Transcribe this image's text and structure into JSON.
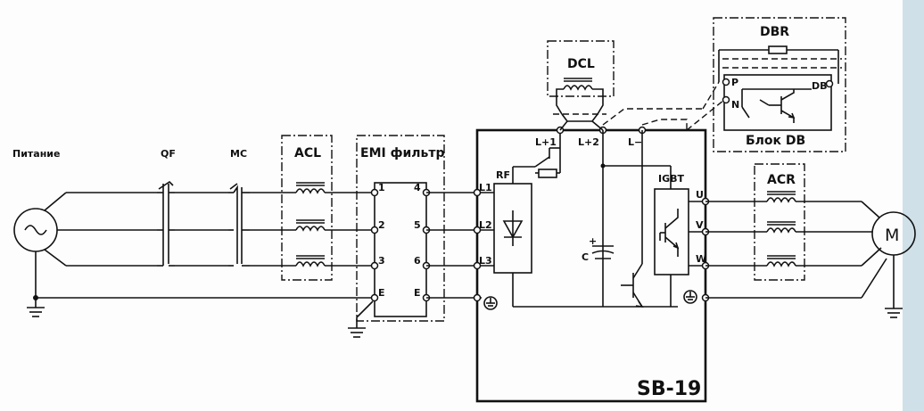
{
  "labels": {
    "supply": "Питание",
    "qf": "QF",
    "mc": "MC",
    "acl": "ACL",
    "emi": "EMI фильтр",
    "dcl": "DCL",
    "dbr": "DBR",
    "db_unit": "Блок DB",
    "rf": "RF",
    "igbt": "IGBT",
    "acr": "ACR",
    "motor": "M",
    "model": "SB-19",
    "capacitor": "C",
    "cap_plus": "+"
  },
  "terminals": {
    "emi_in": [
      "1",
      "2",
      "3",
      "E"
    ],
    "emi_out": [
      "4",
      "5",
      "6",
      "E"
    ],
    "inputs": [
      "L1",
      "L2",
      "L3"
    ],
    "dc_bus": [
      "L+1",
      "L+2",
      "L−"
    ],
    "outputs": [
      "U",
      "V",
      "W"
    ],
    "db_unit": [
      "P",
      "N",
      "DB"
    ]
  },
  "colors": {
    "line": "#111111",
    "background": "#fdfdfd",
    "edge_shade": "#cfe0e8"
  }
}
